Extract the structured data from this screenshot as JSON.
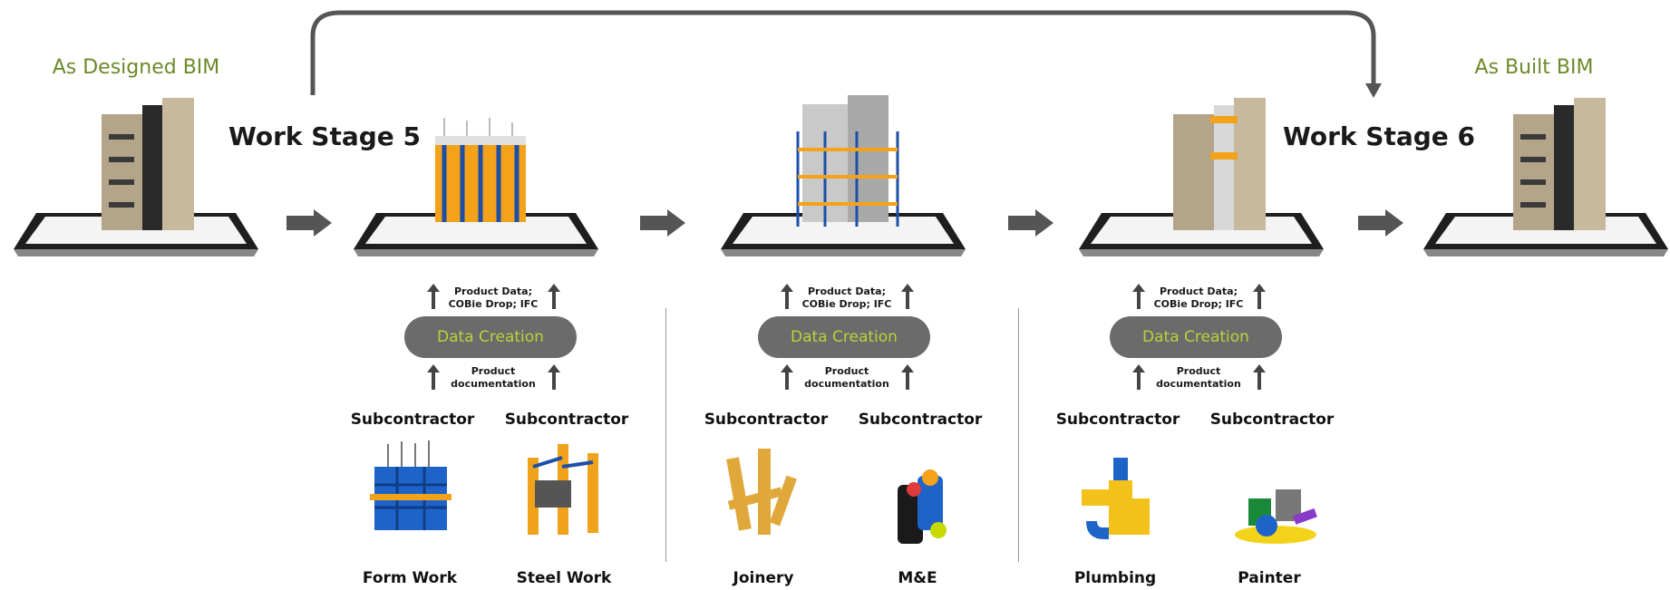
{
  "titles": {
    "as_designed": "As Designed BIM",
    "as_built": "As Built BIM",
    "stage5": "Work Stage 5",
    "stage6": "Work Stage 6"
  },
  "data_creation": "Data Creation",
  "product_data_line1": "Product Data;",
  "product_data_line2": "COBie Drop; IFC",
  "product_doc_line1": "Product",
  "product_doc_line2": "documentation",
  "subcontractor": "Subcontractor",
  "trades": [
    "Form Work",
    "Steel Work",
    "Joinery",
    "M&E",
    "Plumbing",
    "Painter"
  ],
  "colors": {
    "bim_green": "#6c8a2a",
    "pill_bg": "#6b6b6b",
    "pill_text": "#b6d33a",
    "arrow": "#555555"
  },
  "icons": [
    "building-model",
    "tablet",
    "formwork-block",
    "steel-frame",
    "timber-joinery",
    "cable-drums",
    "pipe-fittings",
    "paint-cans"
  ]
}
